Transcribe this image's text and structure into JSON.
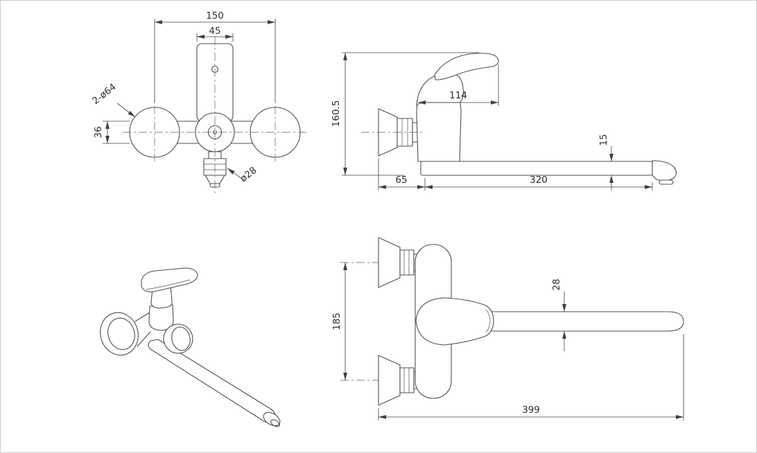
{
  "style": {
    "line_color": "#4d4d4d",
    "dim_color": "#3f3f3f",
    "text_color": "#2d2d2d",
    "background": "#ffffff"
  },
  "views": {
    "front": {
      "dim_mount_centers": "150",
      "dim_body_width": "45",
      "dim_flange_callout": "2-ø64",
      "dim_arm_height": "36",
      "dim_outlet_callout": "ø28"
    },
    "side": {
      "dim_overall_height": "160.5",
      "dim_body_depth": "114",
      "dim_spout_height": "15",
      "dim_wall_offset": "65",
      "dim_spout_reach": "320"
    },
    "top": {
      "dim_plate_span": "185",
      "dim_spout_width": "28",
      "dim_overall_length": "399"
    }
  }
}
